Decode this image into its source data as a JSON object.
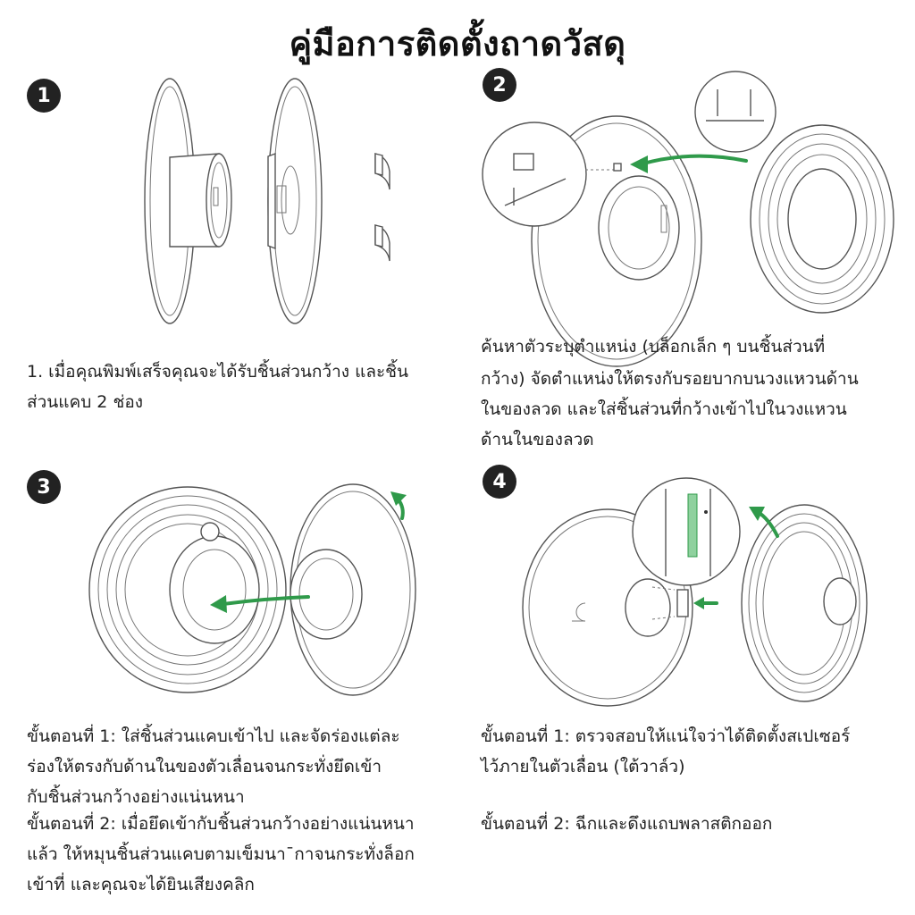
{
  "title": "คู่มือการติดตั้งถาดวัสดุ",
  "steps": [
    {
      "number": "1",
      "texts": [
        "1. เมื่อคุณพิมพ์เสร็จคุณจะได้รับชิ้นส่วนกว้าง และชิ้น",
        "ส่วนแคบ 2 ช่อง"
      ]
    },
    {
      "number": "2",
      "texts": [
        "ค้นหาตัวระบุตำแหน่ง (บล็อกเล็ก ๆ บนชิ้นส่วนที่",
        "กว้าง) จัดตำแหน่งให้ตรงกับรอยบากบนวงแหวนด้าน",
        "ในของลวด และใส่ชิ้นส่วนที่กว้างเข้าไปในวงแหวน",
        "ด้านในของลวด"
      ]
    },
    {
      "number": "3",
      "texts": [
        "ขั้นตอนที่ 1: ใส่ชิ้นส่วนแคบเข้าไป และจัดร่องแต่ละ",
        "ร่องให้ตรงกับด้านในของตัวเลื่อนจนกระทั่งยึดเข้า",
        "กับชิ้นส่วนกว้างอย่างแน่นหนา",
        "ขั้นตอนที่ 2: เมื่อยึดเข้ากับชิ้นส่วนกว้างอย่างแน่นหนา",
        "แล้ว ให้หมุนชิ้นส่วนแคบตามเข็มนา¯กาจนกระทั่งล็อก",
        "เข้าที่ และคุณจะได้ยินเสียงคลิก"
      ]
    },
    {
      "number": "4",
      "texts": [
        "ขั้นตอนที่ 1: ตรวจสอบให้แน่ใจว่าได้ติดตั้งสเปเซอร์",
        "ไว้ภายในตัวเลื่อน (ใต้วาล์ว)",
        "",
        "ขั้นตอนที่ 2: ฉีกและดึงแถบพลาสติกออก"
      ]
    }
  ],
  "icons": {
    "step1": "spool-parts-exploded-icon",
    "step2": "spool-align-locator-icon",
    "step3": "spool-insert-rotate-icon",
    "step4": "spool-spacer-check-icon"
  },
  "colors": {
    "accent": "#2f9a4a",
    "badge": "#222222"
  }
}
